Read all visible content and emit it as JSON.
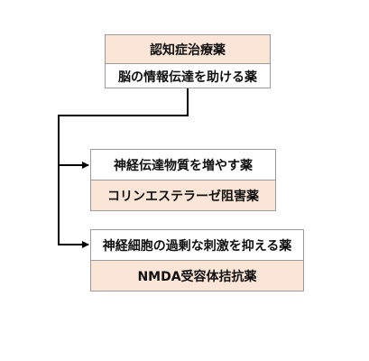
{
  "colors": {
    "accent": "#fbe5d6",
    "border": "#9a9a9a",
    "line": "#000000"
  },
  "root": {
    "title": "認知症治療薬",
    "subtitle": "脳の情報伝達を助ける薬"
  },
  "branches": [
    {
      "description": "神経伝達物質を増やす薬",
      "drug_class": "コリンエステラーゼ阻害薬"
    },
    {
      "description": "神経細胞の過剰な刺激を抑える薬",
      "drug_class": "NMDA受容体拮抗薬"
    }
  ]
}
